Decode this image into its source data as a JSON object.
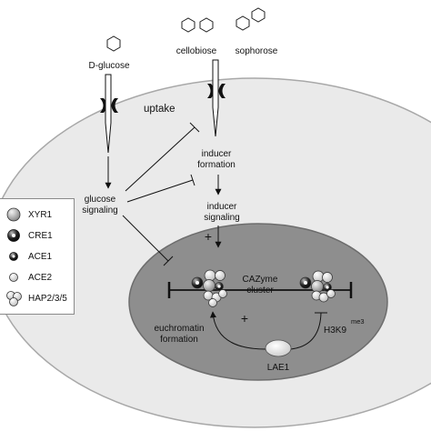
{
  "sugars": {
    "glucose": "D-glucose",
    "cellobiose": "cellobiose",
    "sophorose": "sophorose"
  },
  "cell": {
    "uptake": "uptake",
    "inducer_formation_line1": "inducer",
    "inducer_formation_line2": "formation",
    "glucose_signaling_line1": "glucose",
    "glucose_signaling_line2": "signaling",
    "inducer_signaling_line1": "inducer",
    "inducer_signaling_line2": "signaling"
  },
  "nucleus": {
    "cluster_line1": "CAZyme",
    "cluster_line2": "cluster",
    "euchromatin_line1": "euchromatin",
    "euchromatin_line2": "formation",
    "h3k9": "H3K9",
    "h3k9_sup": "me3",
    "lae1": "LAE1",
    "plus_cytoplasm": "+",
    "plus_nucleus": "+"
  },
  "legend": {
    "items": [
      {
        "label": "XYR1",
        "icon": "xyr1-large-grey-sphere"
      },
      {
        "label": "CRE1",
        "icon": "cre1-black-sphere"
      },
      {
        "label": "ACE1",
        "icon": "ace1-black-dot-sphere"
      },
      {
        "label": "ACE2",
        "icon": "ace2-small-white-sphere"
      },
      {
        "label": "HAP2/3/5",
        "icon": "hap-triple-sphere"
      }
    ]
  },
  "colors": {
    "cell_fill": "#eaeaea",
    "cell_stroke": "#a8a8a8",
    "nucleus_fill": "#8e8e8e",
    "nucleus_stroke": "#6d6d6d",
    "line": "#111111"
  }
}
